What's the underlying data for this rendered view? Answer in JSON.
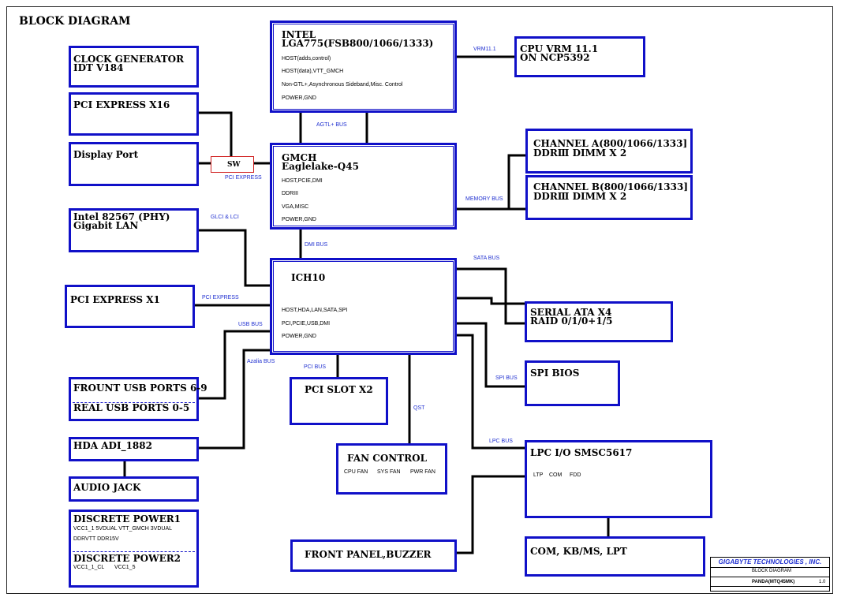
{
  "title": "BLOCK DIAGRAM",
  "colors": {
    "box_border": "#1010c8",
    "wire": "#000000",
    "bus_label": "#2030d0",
    "switch_border": "#d02020"
  },
  "blocks": {
    "intel_cpu": {
      "line1": "INTEL",
      "line2": "LGA775(FSB800/1066/1333)",
      "items": [
        "HOST(adds,control)",
        "HOST(data),VTT_GMCH",
        "Non-GTL+,Asynchronous Sideband,Misc. Control",
        "POWER,GND"
      ]
    },
    "cpu_vrm": {
      "line1": "CPU VRM 11.1",
      "line2": "ON NCP5392"
    },
    "clock_gen": {
      "line1": "CLOCK GENERATOR",
      "line2": "IDT V184"
    },
    "pcie_x16": {
      "line1": "PCI EXPRESS X16"
    },
    "display_port": {
      "line1": "Display Port"
    },
    "switch": {
      "label": "SW"
    },
    "gmch": {
      "line1": "GMCH",
      "line2": "Eaglelake-Q45",
      "items": [
        "HOST,PCIE,DMI",
        "DDRIII",
        "VGA,MISC",
        "POWER,GND"
      ]
    },
    "channel_a": {
      "line1": "CHANNEL A(800/1066/1333]",
      "line2": "DDRⅢ DIMM X 2"
    },
    "channel_b": {
      "line1": "CHANNEL B(800/1066/1333]",
      "line2": "DDRⅢ DIMM X 2"
    },
    "intel_lan": {
      "line1": "Intel 82567 (PHY)",
      "line2": "Gigabit LAN"
    },
    "ich10": {
      "line1": "ICH10",
      "items": [
        "HOST,HDA,LAN,SATA,SPI",
        "PCI,PCIE,USB,DMI",
        "POWER,GND"
      ]
    },
    "pcie_x1": {
      "line1": "PCI EXPRESS X1"
    },
    "sata": {
      "line1": "SERIAL ATA X4",
      "line2": "RAID 0/1/0+1/5"
    },
    "usb": {
      "line1": "FROUNT USB PORTS 6-9",
      "line2": "REAL USB PORTS 0-5"
    },
    "pci_slot": {
      "line1": "PCI SLOT X2"
    },
    "spi_bios": {
      "line1": "SPI BIOS"
    },
    "hda": {
      "line1": "HDA ADI_1882"
    },
    "fan_control": {
      "line1": "FAN CONTROL",
      "items": [
        "CPU FAN",
        "SYS FAN",
        "PWR FAN"
      ]
    },
    "lpc_io": {
      "line1": "LPC I/O SMSC5617",
      "items": [
        "LTP",
        "COM",
        "FDD"
      ]
    },
    "audio_jack": {
      "line1": "AUDIO JACK"
    },
    "discrete_power": {
      "line1": "DISCRETE POWER1",
      "p1": [
        "VCC1_1 5VDUAL VTT_GMCH 3VDUAL",
        "DDRVTT DDR15V"
      ],
      "line2": "DISCRETE POWER2",
      "p2": [
        "VCC1_1_CL",
        "VCC1_5"
      ]
    },
    "front_panel": {
      "line1": "FRONT PANEL,BUZZER"
    },
    "com_kb": {
      "line1": "COM, KB/MS, LPT"
    }
  },
  "bus_labels": {
    "vrm": "VRM11.1",
    "agtl": "AGTL+ BUS",
    "pcie_sw": "PCI EXPRESS",
    "memory": "MEMORY BUS",
    "glci": "GLCI & LCI",
    "dmi": "DMI BUS",
    "sata": "SATA BUS",
    "pcie_x1": "PCI EXPRESS",
    "usb": "USB BUS",
    "azalia": "Azalia BUS",
    "pci": "PCI BUS",
    "spi": "SPI BUS",
    "qst": "QST",
    "lpc": "LPC BUS"
  },
  "title_block": {
    "company": "GIGABYTE TECHNOLOGIES , INC.",
    "sheet_title": "BLOCK DIAGRAM",
    "model": "PANDA(MTQ45MK)",
    "rev": "1.0"
  }
}
